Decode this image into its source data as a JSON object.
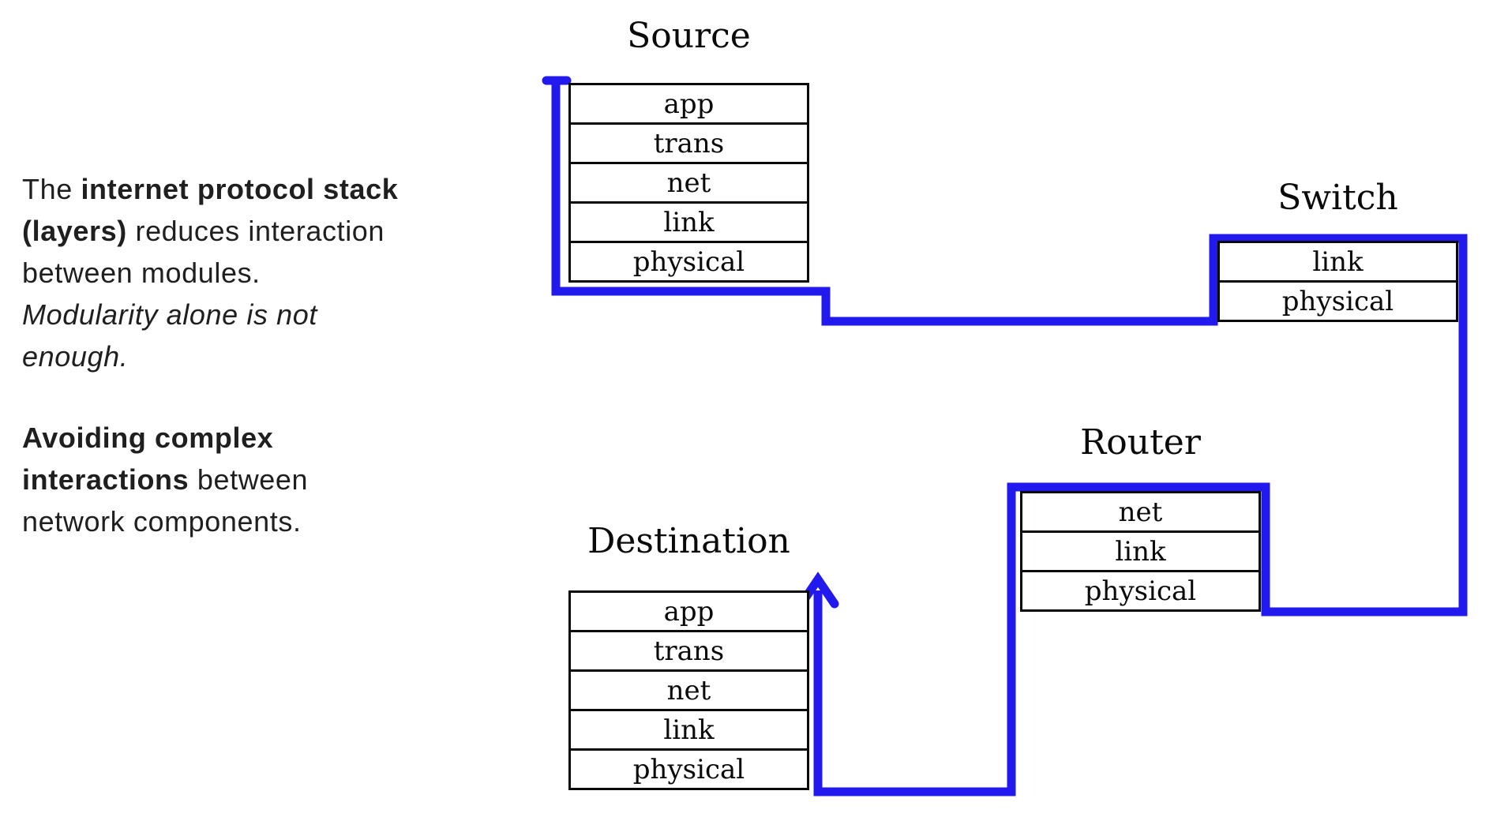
{
  "colors": {
    "background": "#ffffff",
    "flow_blue": "#2219ee",
    "box_border": "#0a0a0a",
    "note_text": "#1f1f1f"
  },
  "notes": {
    "p1": {
      "l1a": "The ",
      "l1b": "internet protocol stack",
      "l2a": "(layers)",
      "l2b": " reduces interaction",
      "l3": "between modules.",
      "l4": "Modularity alone is not",
      "l5": "enough."
    },
    "p2": {
      "l1": "Avoiding complex",
      "l2a": "interactions",
      "l2b": " between",
      "l3": "network components."
    }
  },
  "nodes": [
    {
      "id": "source",
      "title": "Source",
      "layers": [
        "app",
        "trans",
        "net",
        "link",
        "physical"
      ]
    },
    {
      "id": "switch",
      "title": "Switch",
      "layers": [
        "link",
        "physical"
      ]
    },
    {
      "id": "router",
      "title": "Router",
      "layers": [
        "net",
        "link",
        "physical"
      ]
    },
    {
      "id": "destination",
      "title": "Destination",
      "layers": [
        "app",
        "trans",
        "net",
        "link",
        "physical"
      ]
    }
  ]
}
